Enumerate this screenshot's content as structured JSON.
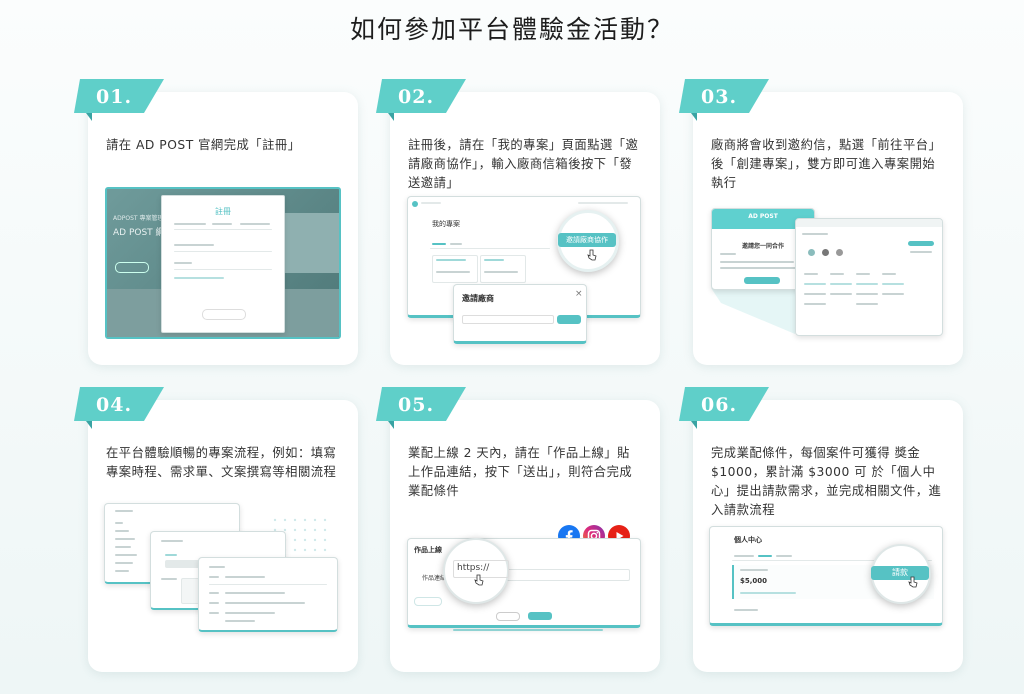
{
  "page": {
    "title": "如何參加平台體驗金活動？"
  },
  "colors": {
    "accent": "#56c2c4",
    "badge": "#5fcfc9",
    "badge_dark": "#3aa3a3"
  },
  "cards": [
    {
      "number": "01.",
      "text": "請在 AD POST 官網完成「註冊」",
      "mock": {
        "dialog_title": "註冊"
      }
    },
    {
      "number": "02.",
      "text": "註冊後，請在「我的專案」頁面點選「邀請廠商協作」，輸入廠商信箱後按下「發送邀請」",
      "mock": {
        "page_title": "我的專案",
        "button": "邀請廠商協作",
        "dialog_title": "邀請廠商"
      }
    },
    {
      "number": "03.",
      "text": "廠商將會收到邀約信，點選「前往平台」後「創建專案」，雙方即可進入專案開始執行",
      "mock": {
        "brand": "AD POST",
        "mail_title": "邀請您一同合作"
      }
    },
    {
      "number": "04.",
      "text": "在平台體驗順暢的專案流程，例如：填寫專案時程、需求單、文案撰寫等相關流程",
      "mock": {}
    },
    {
      "number": "05.",
      "text": "業配上線 2 天內，請在「作品上線」貼上作品連結，按下「送出」，則符合完成業配條件",
      "mock": {
        "window_title": "作品上線",
        "field_label": "作品連結",
        "url_text": "https://"
      }
    },
    {
      "number": "06.",
      "text": "完成業配條件，每個案件可獲得 獎金 $1000，累計滿 $3000 可 於「個人中心」提出請款需求，並完成相關文件，進入請款流程",
      "mock": {
        "window_title": "個人中心",
        "amount": "$5,000",
        "button": "請款"
      }
    }
  ]
}
